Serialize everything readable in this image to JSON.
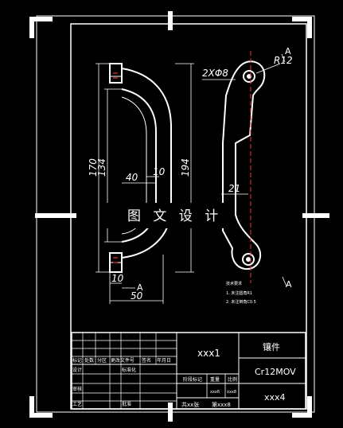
{
  "dimensions": {
    "d_2x_hole": "2XΦ8",
    "d_r12": "R12",
    "d_section_top": "A",
    "d_section_bottom": "A",
    "d_170": "170",
    "d_134": "134",
    "d_194": "194",
    "d_40": "40",
    "d_10_mid": "10",
    "d_10_bottom": "10",
    "d_50": "50",
    "d_21": "21",
    "d_a_left": "A"
  },
  "notes": {
    "title": "技术要求",
    "line1": "1. 未注圆角R1",
    "line2": "2. 未注倒角C0.5"
  },
  "watermark": "图 文 设 计",
  "title_block": {
    "drawing_no": "xxx1",
    "part_name": "镶件",
    "material": "Cr12MOV",
    "sheet": "xxx4",
    "h_mark": "标记",
    "h_qty": "处数",
    "h_zone": "分区",
    "h_doc": "更改文件号",
    "h_sign": "签名",
    "h_date": "年月日",
    "h_design": "设计",
    "h_std": "标准化",
    "h_check": "审核",
    "h_process": "工艺",
    "h_approve": "批准",
    "h_stage": "阶段标记",
    "h_weight": "重量",
    "h_scale": "比例",
    "v_weight": "xxx6",
    "v_scale": "xxx8",
    "footer_left": "共xx张",
    "footer_right": "第xxx8"
  }
}
